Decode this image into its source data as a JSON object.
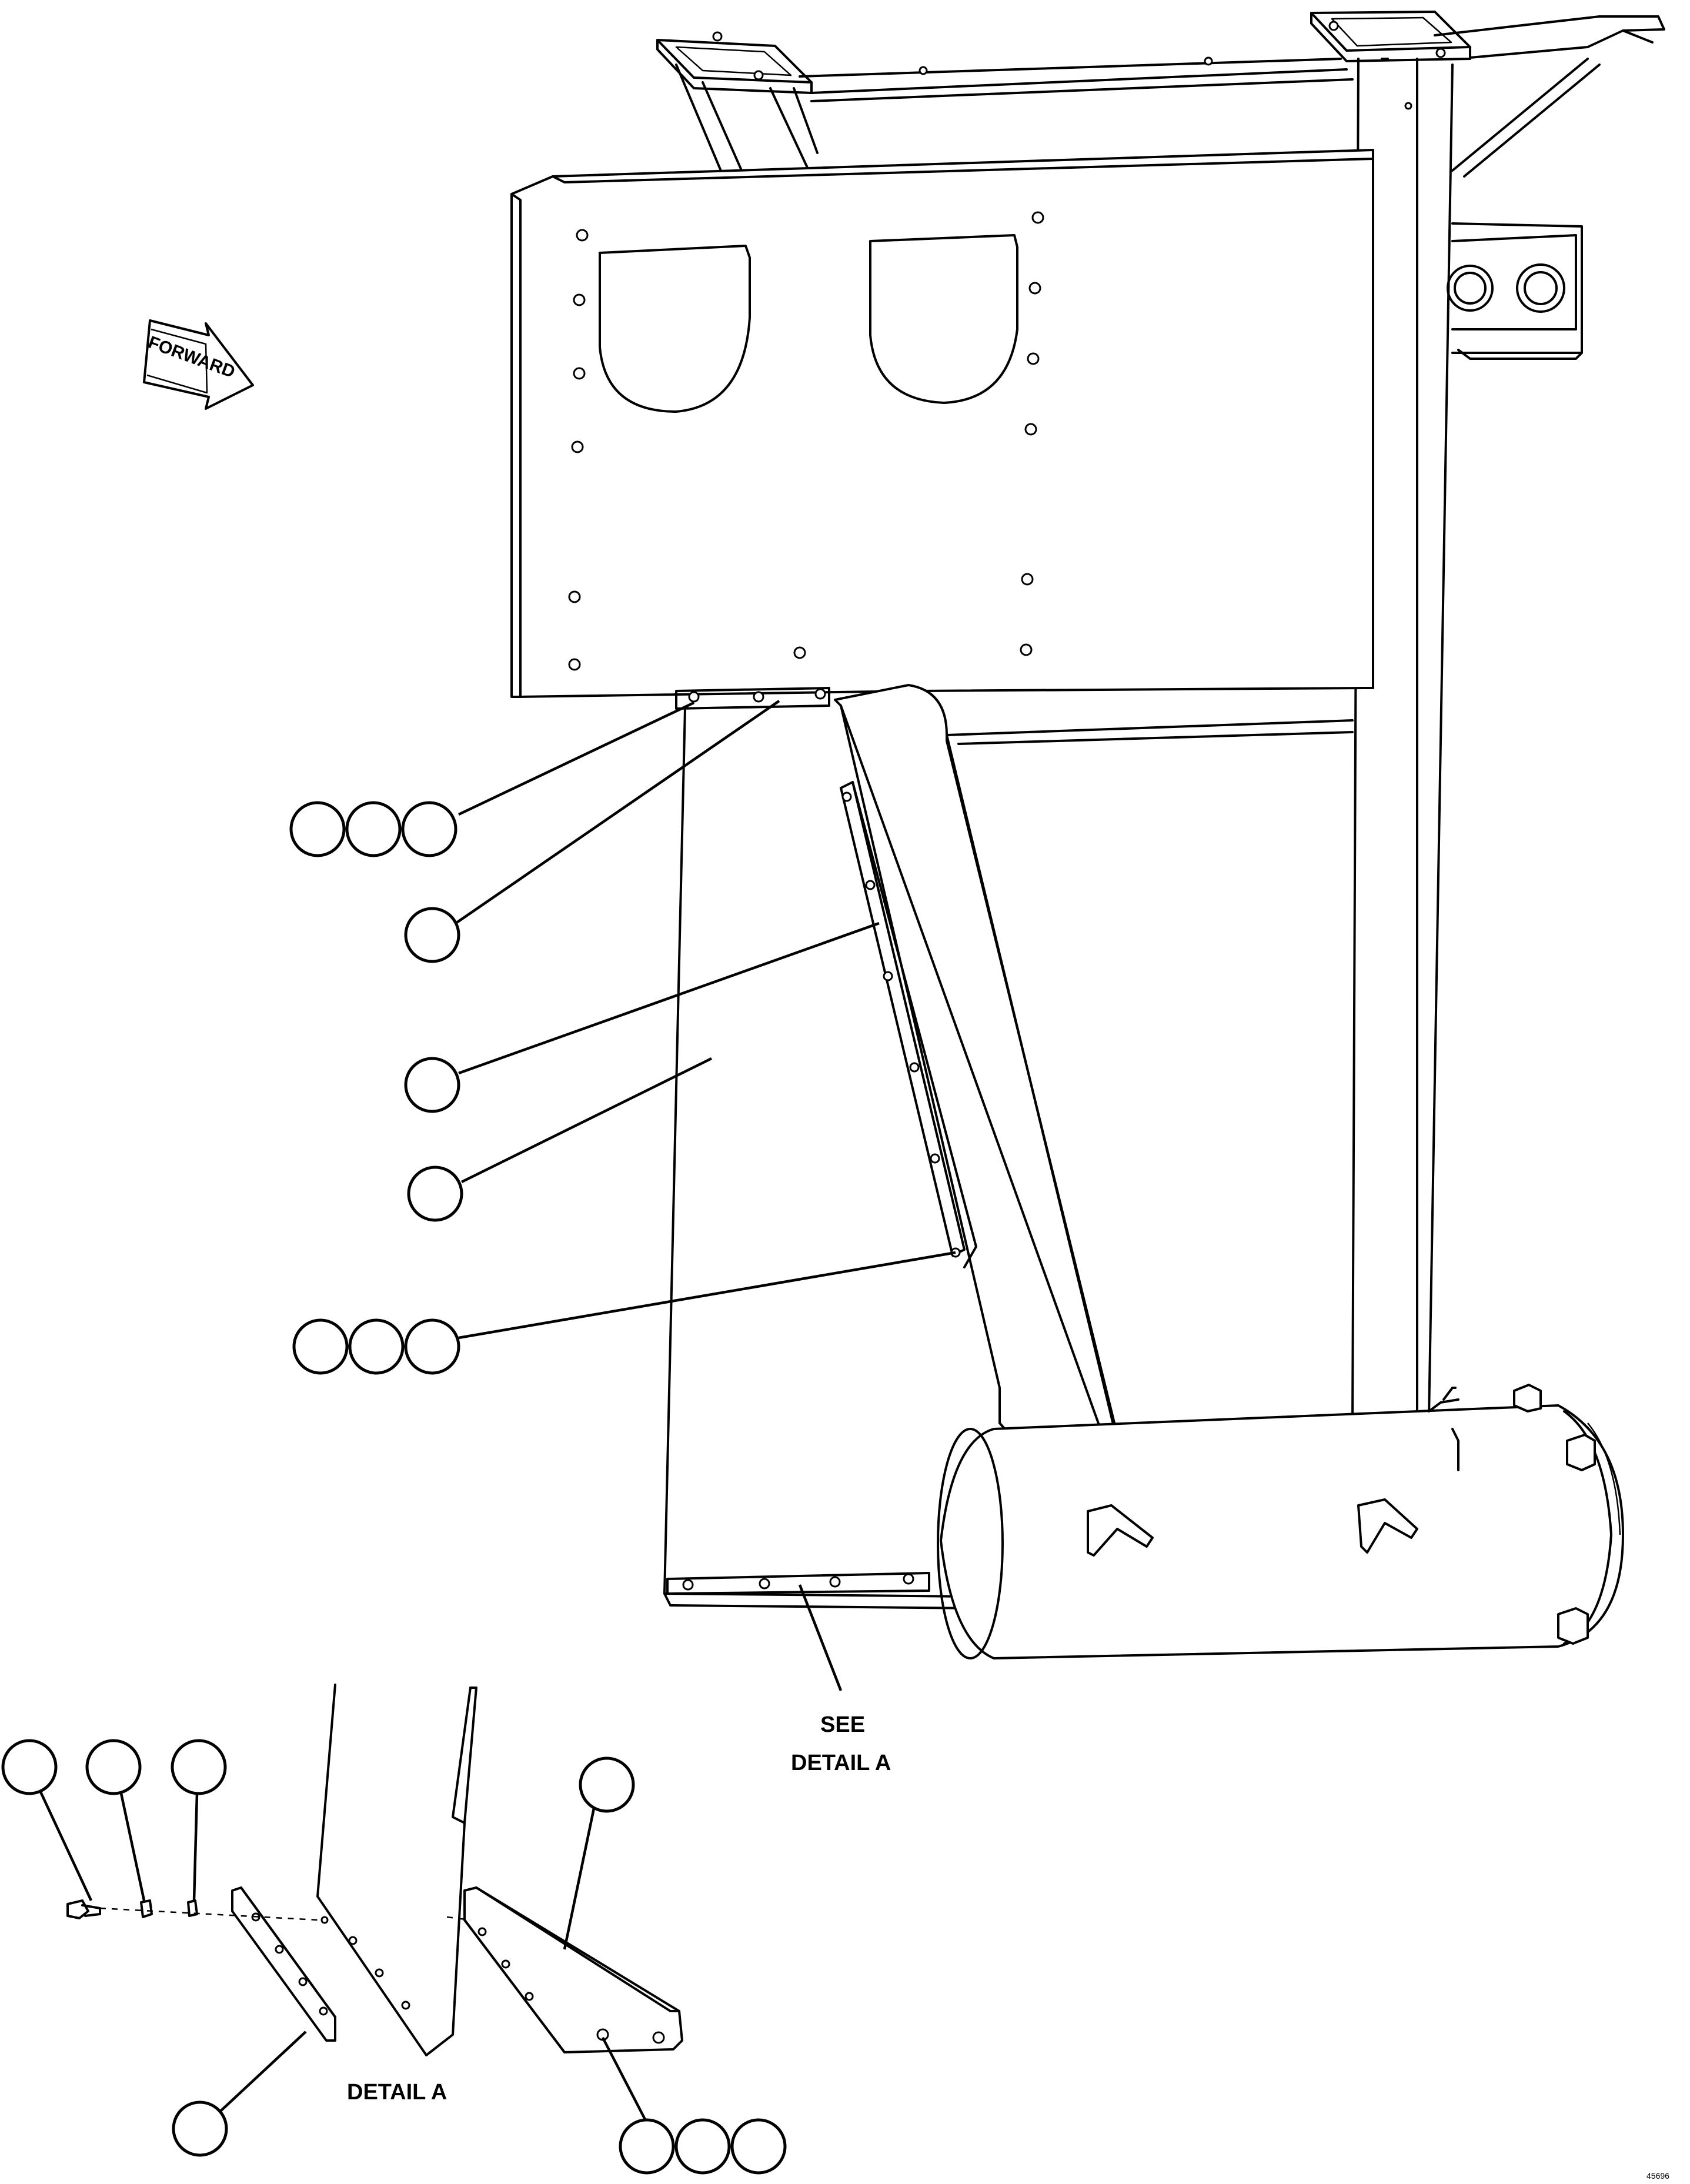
{
  "direction_arrow": {
    "label": "FORWARD"
  },
  "notes": {
    "see_detail_line1": "SEE",
    "see_detail_line2": "DETAIL A",
    "detail_title": "DETAIL A",
    "drawing_number": "45696"
  },
  "callout_groups": {
    "upper_left_triple": 3,
    "upper_single": 1,
    "middle_single_a": 1,
    "middle_single_b": 1,
    "lower_triple": 3,
    "detail_top_row": 3,
    "detail_right_single": 1,
    "detail_left_single": 1,
    "detail_bottom_triple": 3
  }
}
